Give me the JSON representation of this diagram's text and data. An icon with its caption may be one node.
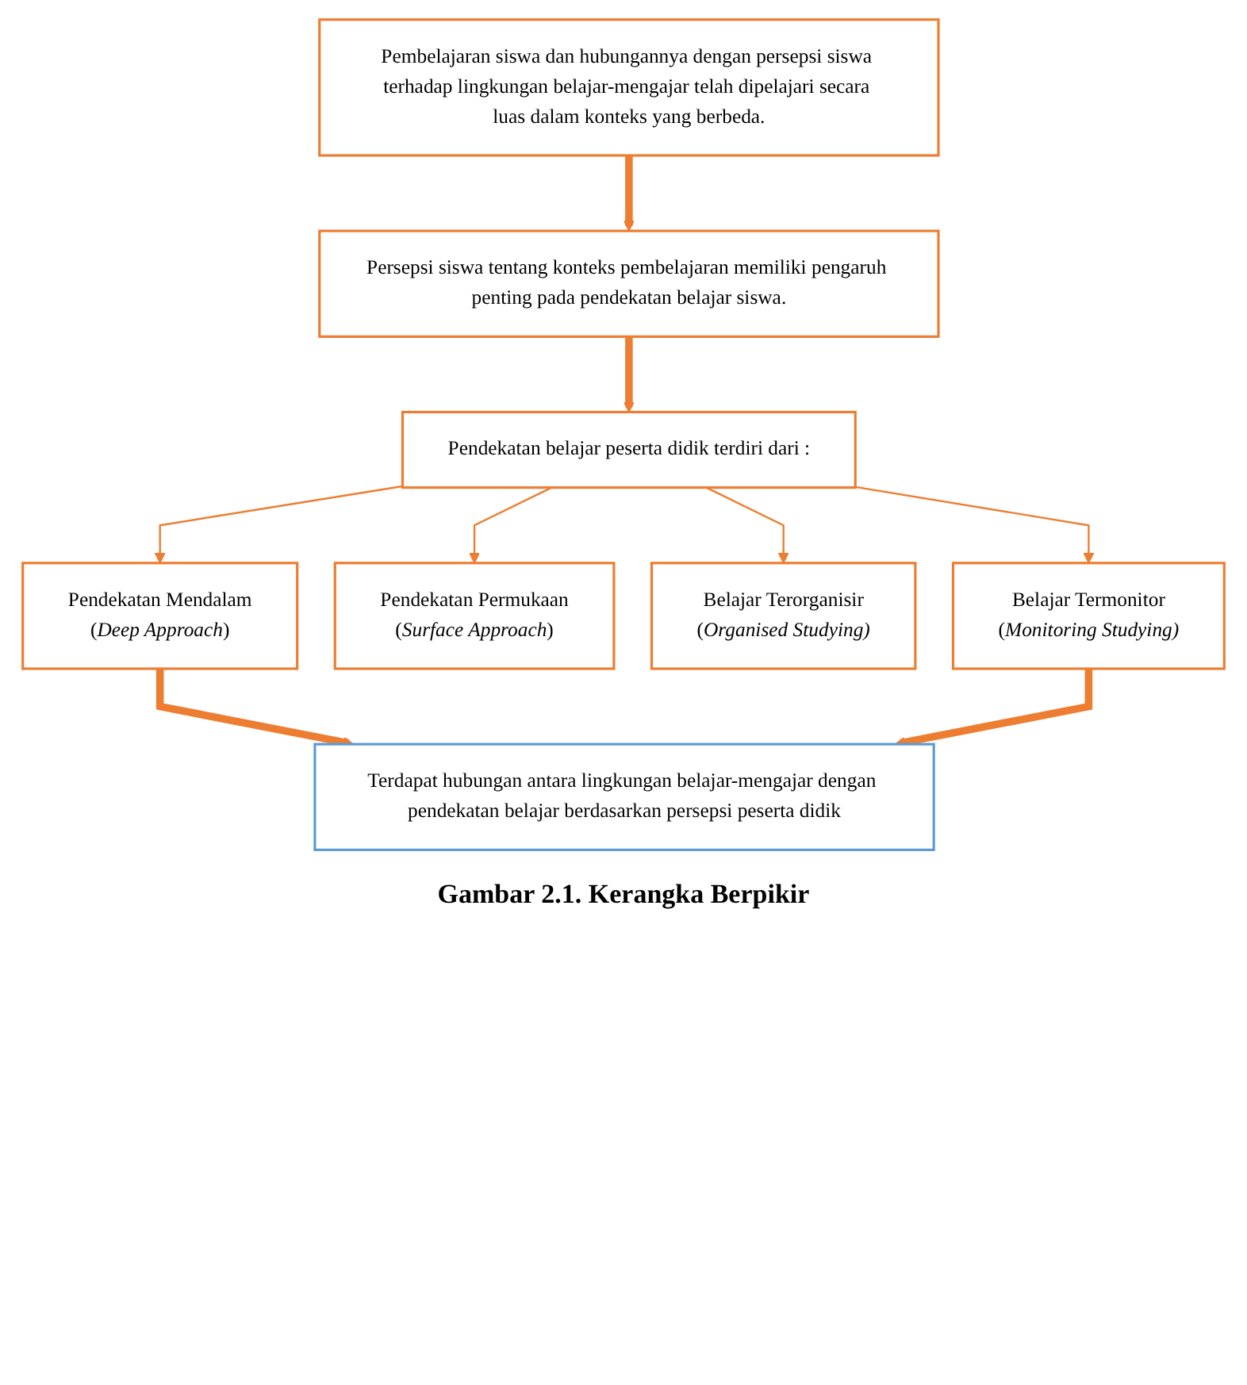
{
  "diagram": {
    "caption": "Gambar 2.1. Kerangka Berpikir",
    "nodes": [
      {
        "text": [
          "Pembelajaran siswa dan hubungannya dengan persepsi siswa terhadap lingkungan belajar-mengajar telah dipelajari secara luas dalam konteks yang berbeda."
        ]
      },
      {
        "text": [
          "Persepsi siswa tentang konteks pembelajaran memiliki pengaruh penting pada pendekatan belajar siswa."
        ]
      },
      {
        "text": [
          "Pendekatan belajar peserta didik terdiri dari :"
        ]
      },
      {
        "text": [
          "Pendekatan Mendalam",
          "(*Deep Approach*)"
        ]
      },
      {
        "text": [
          "Pendekatan Permukaan",
          "(*Surface Approach*)"
        ]
      },
      {
        "text": [
          "Belajar Terorganisir",
          "(*Organised Studying)*"
        ]
      },
      {
        "text": [
          "Belajar Termonitor",
          "(*Monitoring Studying)*"
        ]
      },
      {
        "text": [
          "Terdapat hubungan antara lingkungan belajar-mengajar dengan pendekatan belajar berdasarkan persepsi peserta didik"
        ]
      }
    ],
    "edges": [
      {
        "from": 0,
        "to": 1,
        "arrow": "to",
        "style": "thick"
      },
      {
        "from": 1,
        "to": 2,
        "arrow": "to",
        "style": "thick"
      },
      {
        "from": 2,
        "to": 3,
        "arrow": "to"
      },
      {
        "from": 2,
        "to": 4,
        "arrow": "to"
      },
      {
        "from": 2,
        "to": 5,
        "arrow": "to"
      },
      {
        "from": 2,
        "to": 6,
        "arrow": "to"
      },
      {
        "from": 3,
        "to": 7,
        "arrow": "to",
        "style": "thick"
      },
      {
        "from": 6,
        "to": 7,
        "arrow": "to",
        "style": "thick"
      }
    ]
  }
}
